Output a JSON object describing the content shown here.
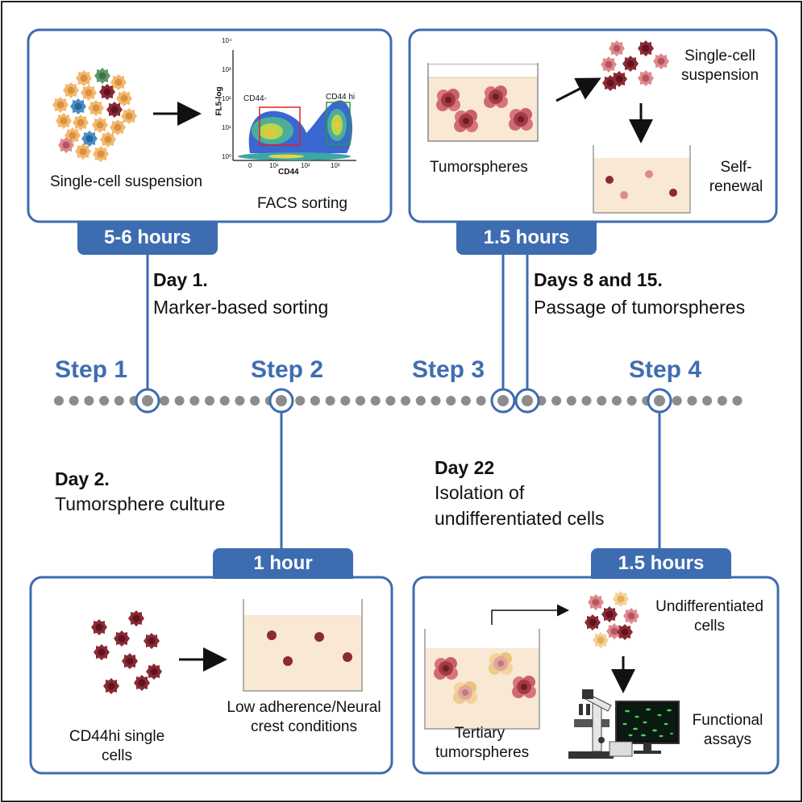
{
  "colors": {
    "accent": "#3d6cb1",
    "timeline_dot": "#8c8c8c",
    "medium": "#f8e8d4",
    "dark_cell": "#8b2a35",
    "pink_cell": "#d9747e",
    "orange_cell": "#f0b46b"
  },
  "panel1": {
    "time": "5-6 hours",
    "caption_left": "Single-cell suspension",
    "caption_right": "FACS sorting",
    "facs": {
      "ylabel": "FL5-log",
      "xlabel": "CD44",
      "gate_left": "CD44-",
      "gate_right": "CD44 hi",
      "y_ticks": [
        "10⁴",
        "10³",
        "10²",
        "10¹",
        "10⁰"
      ],
      "x_ticks": [
        "0",
        "10¹",
        "10²",
        "10³"
      ]
    }
  },
  "panel2": {
    "time": "1.5 hours",
    "caption_main": "Tumorspheres",
    "caption_suspension": "Single-cell suspension",
    "caption_renewal": "Self-renewal"
  },
  "panel3": {
    "time": "1 hour",
    "caption_left": "CD44hi single cells",
    "caption_right": "Low adherence/Neural crest conditions"
  },
  "panel4": {
    "time": "1.5 hours",
    "caption_main": "Tertiary tumorspheres",
    "caption_undiff": "Undifferentiated cells",
    "caption_assays": "Functional assays"
  },
  "annotations": {
    "day1_title": "Day 1.",
    "day1_desc": "Marker-based sorting",
    "day2_title": "Day 2.",
    "day2_desc": "Tumorsphere culture",
    "day8_title": "Days 8 and 15.",
    "day8_desc": "Passage of tumorspheres",
    "day22_title": "Day 22",
    "day22_desc_1": "Isolation of",
    "day22_desc_2": "undifferentiated cells"
  },
  "steps": [
    "Step 1",
    "Step 2",
    "Step 3",
    "Step 4"
  ]
}
